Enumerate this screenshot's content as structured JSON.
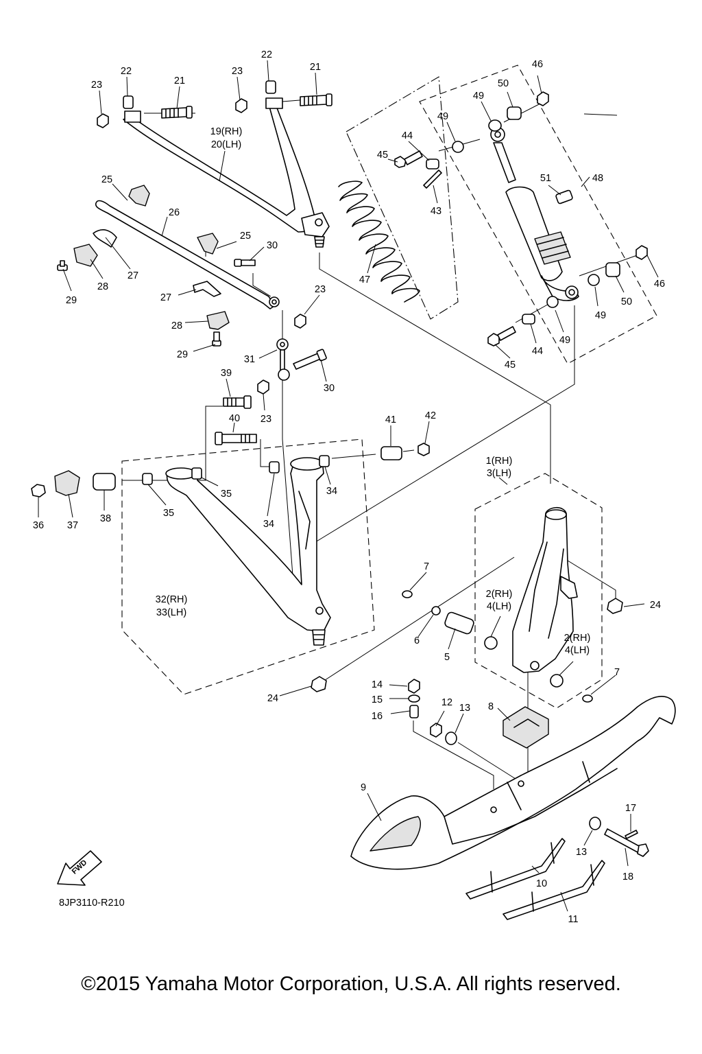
{
  "drawing_code": "8JP3110-R210",
  "copyright": "©2015 Yamaha Motor Corporation, U.S.A. All rights reserved.",
  "fwd_label": "FWD",
  "callouts": [
    "1(RH)",
    "3(LH)",
    "2(RH)",
    "4(LH)",
    "2(RH)",
    "4(LH)",
    "5",
    "6",
    "7",
    "7",
    "8",
    "9",
    "10",
    "11",
    "12",
    "13",
    "13",
    "14",
    "15",
    "16",
    "17",
    "18",
    "19(RH)",
    "20(LH)",
    "21",
    "21",
    "22",
    "22",
    "23",
    "23",
    "23",
    "23",
    "24",
    "24",
    "25",
    "25",
    "26",
    "27",
    "27",
    "28",
    "28",
    "29",
    "29",
    "30",
    "30",
    "31",
    "32(RH)",
    "33(LH)",
    "34",
    "34",
    "35",
    "35",
    "36",
    "37",
    "38",
    "39",
    "40",
    "41",
    "42",
    "43",
    "44",
    "44",
    "45",
    "45",
    "46",
    "46",
    "47",
    "48",
    "49",
    "49",
    "49",
    "49",
    "50",
    "50",
    "51"
  ]
}
